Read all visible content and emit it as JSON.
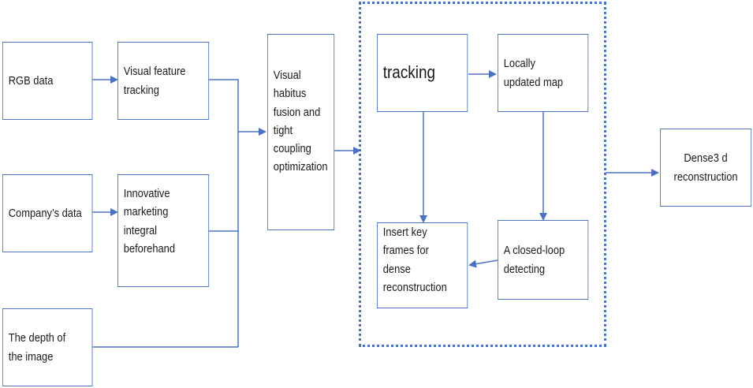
{
  "diagram": {
    "inputs": [
      {
        "id": "rgb",
        "label": "RGB data"
      },
      {
        "id": "company",
        "label": "Company’s data"
      },
      {
        "id": "depth",
        "label": "The depth of\nthe image"
      }
    ],
    "processing": [
      {
        "id": "vft",
        "label": "Visual feature\ntracking"
      },
      {
        "id": "imib",
        "label": "Innovative\nmarketing\nintegral\nbeforehand"
      }
    ],
    "fusion": {
      "id": "fusion",
      "label": "Visual\nhabitus\nfusion and\ntight\ncoupling\noptimization"
    },
    "subsystem": {
      "tracking": {
        "label": "tracking"
      },
      "local_map": {
        "label": "Locally\nupdated map"
      },
      "keyframes": {
        "label": "Insert key\nframes for\ndense\nreconstruction"
      },
      "loop": {
        "label": "A closed-loop\ndetecting"
      }
    },
    "output": {
      "id": "dense",
      "label": "Dense3 d\nreconstruction"
    },
    "colors": {
      "line": "#4a72c4",
      "text": "#1a1a1a"
    }
  }
}
